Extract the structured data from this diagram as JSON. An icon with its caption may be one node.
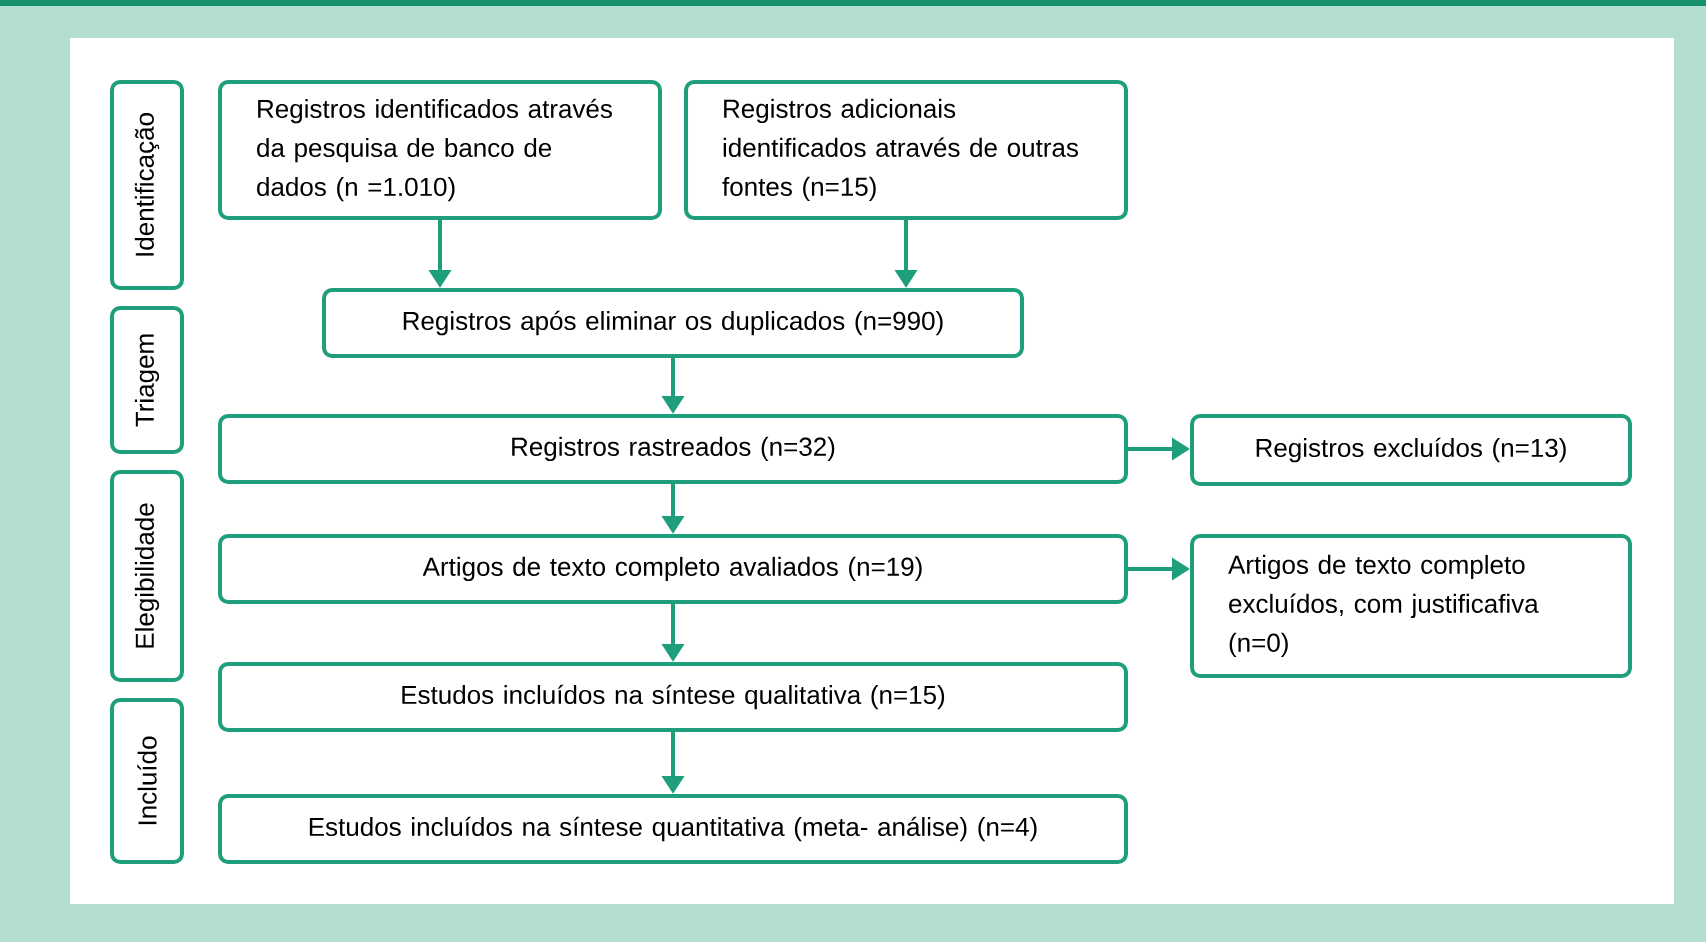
{
  "diagram": {
    "nodes": [
      {
        "text": [
          "Identificação"
        ]
      },
      {
        "text": [
          "Triagem"
        ]
      },
      {
        "text": [
          "Elegibilidade"
        ]
      },
      {
        "text": [
          "Incluído"
        ]
      },
      {
        "text": [
          "Registros identificados através da pesquisa de banco de dados (n =1.010)"
        ]
      },
      {
        "text": [
          "Registros adicionais identificados através de outras fontes (n=15)"
        ]
      },
      {
        "text": [
          "Registros após eliminar os duplicados (n=990)"
        ]
      },
      {
        "text": [
          "Registros rastreados (n=32)"
        ]
      },
      {
        "text": [
          "Registros excluídos (n=13)"
        ]
      },
      {
        "text": [
          "Artigos de texto completo avaliados (n=19)"
        ]
      },
      {
        "text": [
          "Artigos de texto completo excluídos, com justificafiva (n=0)"
        ]
      },
      {
        "text": [
          "Estudos incluídos na síntese qualitativa (n=15)"
        ]
      },
      {
        "text": [
          "Estudos incluídos na síntese quantitativa (meta- análise) (n=4)"
        ]
      }
    ],
    "edges": [
      {
        "from": 4,
        "to": 6,
        "arrow": "to"
      },
      {
        "from": 5,
        "to": 6,
        "arrow": "to"
      },
      {
        "from": 6,
        "to": 7,
        "arrow": "to"
      },
      {
        "from": 7,
        "to": 8,
        "arrow": "to"
      },
      {
        "from": 7,
        "to": 9,
        "arrow": "to"
      },
      {
        "from": 9,
        "to": 10,
        "arrow": "to"
      },
      {
        "from": 9,
        "to": 11,
        "arrow": "to"
      },
      {
        "from": 11,
        "to": 12,
        "arrow": "to"
      }
    ]
  }
}
